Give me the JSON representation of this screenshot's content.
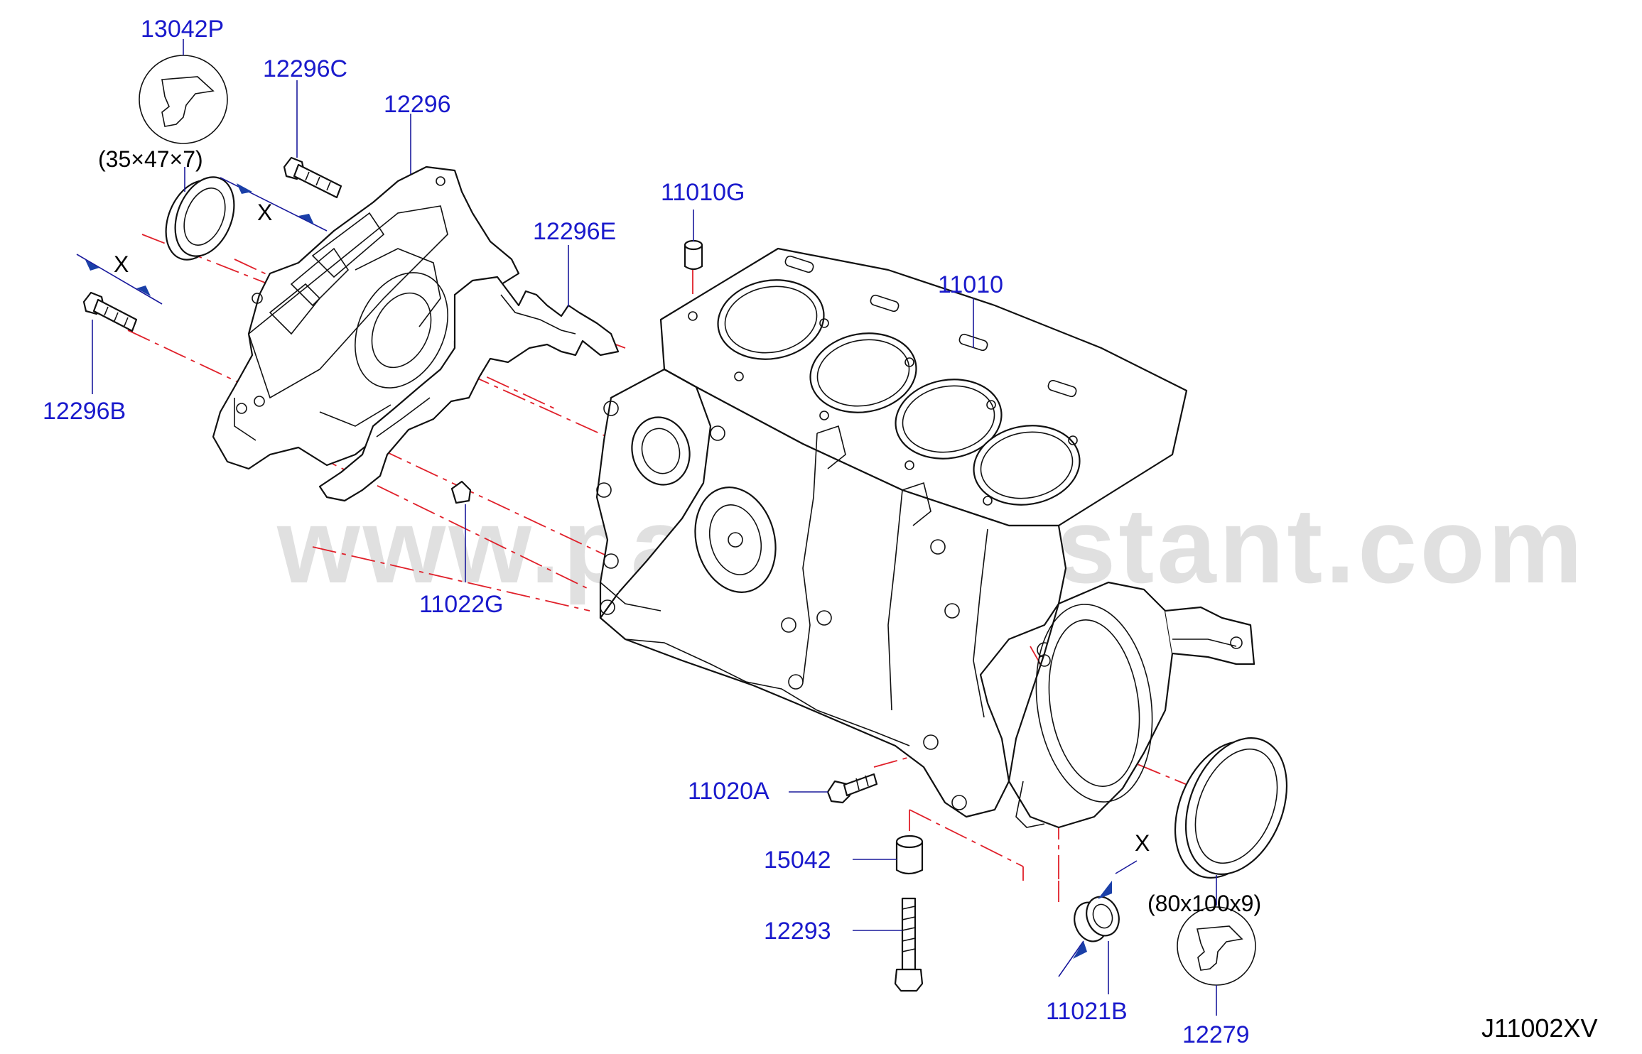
{
  "diagram": {
    "watermark": "www.partsassistant.com",
    "diagram_code": "J11002XV",
    "part_labels": [
      {
        "id": "13042P",
        "text": "13042P"
      },
      {
        "id": "12296C",
        "text": "12296C"
      },
      {
        "id": "12296",
        "text": "12296"
      },
      {
        "id": "12296B",
        "text": "12296B"
      },
      {
        "id": "12296E",
        "text": "12296E"
      },
      {
        "id": "11010G",
        "text": "11010G"
      },
      {
        "id": "11010",
        "text": "11010"
      },
      {
        "id": "11022G",
        "text": "11022G"
      },
      {
        "id": "11020A",
        "text": "11020A"
      },
      {
        "id": "15042",
        "text": "15042"
      },
      {
        "id": "12293",
        "text": "12293"
      },
      {
        "id": "11021B",
        "text": "11021B"
      },
      {
        "id": "12279",
        "text": "12279"
      }
    ],
    "dimension_notes": {
      "front_oil_seal_size": "(35×47×7)",
      "rear_oil_seal_size": "(80x100x9)"
    },
    "torque_marks": {
      "upper_bolt": "X",
      "left_bolt": "X",
      "plug": "X"
    },
    "colors": {
      "label_blue": "#1a1acc",
      "leader_blue": "#1a1a9c",
      "centerline_red": "#e0202a",
      "line_black": "#111111",
      "watermark_gray": "#c8c8c8"
    }
  }
}
